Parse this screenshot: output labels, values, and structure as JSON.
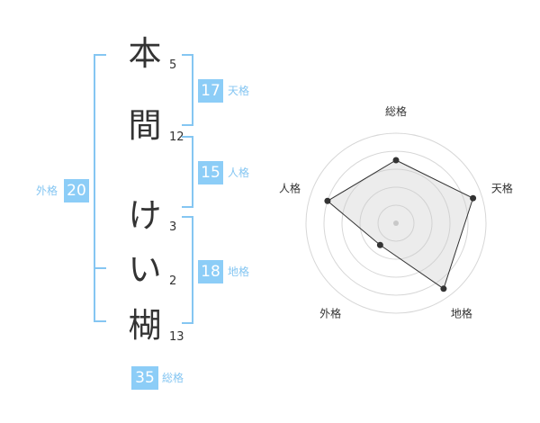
{
  "name": {
    "chars": [
      {
        "char": "本",
        "strokes": "5"
      },
      {
        "char": "間",
        "strokes": "12"
      },
      {
        "char": "け",
        "strokes": "3"
      },
      {
        "char": "い",
        "strokes": "2"
      },
      {
        "char": "楜",
        "strokes": "13"
      }
    ]
  },
  "kakusu": {
    "tenkaku": {
      "value": "17",
      "label": "天格"
    },
    "jinkaku": {
      "value": "15",
      "label": "人格"
    },
    "chikaku": {
      "value": "18",
      "label": "地格"
    },
    "gaikaku": {
      "value": "20",
      "label": "外格"
    },
    "soukaku": {
      "value": "35",
      "label": "総格"
    }
  },
  "colors": {
    "bracket": "#85c6f2",
    "badge_bg": "#8ccdf7",
    "label": "#85c6f2",
    "text": "#333333"
  },
  "chart_data": {
    "type": "radar",
    "axes": [
      "総格",
      "天格",
      "地格",
      "外格",
      "人格"
    ],
    "values": [
      3.5,
      4.5,
      4.5,
      1.5,
      4
    ],
    "max": 5,
    "rings": 5,
    "grid": true
  }
}
